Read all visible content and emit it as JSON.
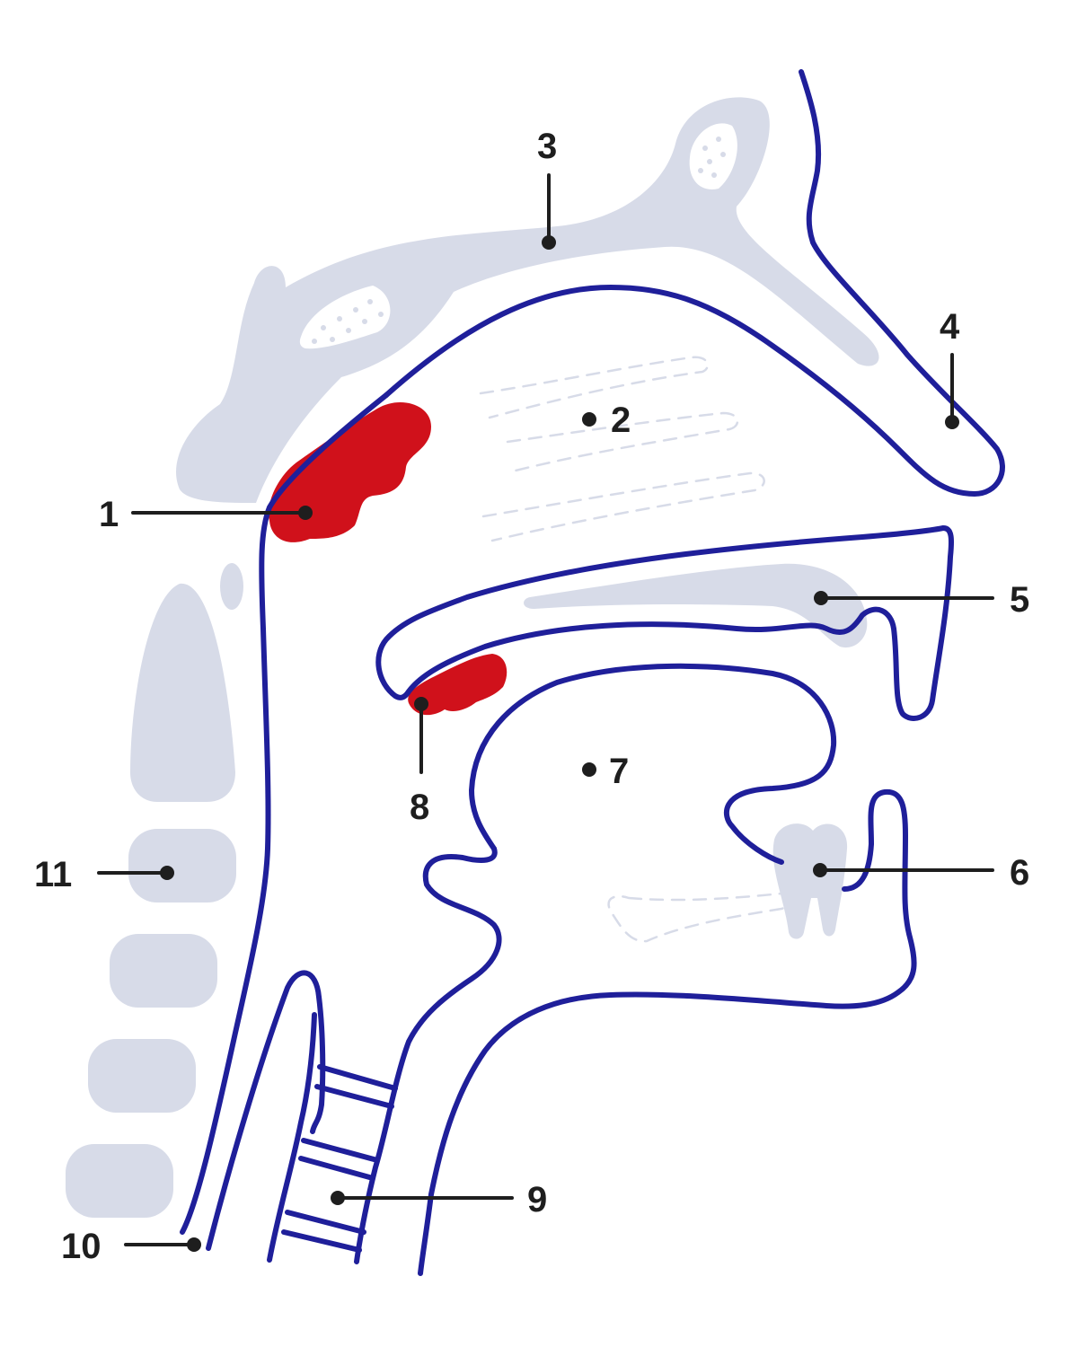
{
  "colors": {
    "outline": "#1f1f9a",
    "bone": "#d7dbe8",
    "highlight": "#d0111b",
    "text": "#1e1e1e",
    "background": "#ffffff"
  },
  "labels": {
    "l1": "1",
    "l2": "2",
    "l3": "3",
    "l4": "4",
    "l5": "5",
    "l6": "6",
    "l7": "7",
    "l8": "8",
    "l9": "9",
    "l10": "10",
    "l11": "11"
  }
}
